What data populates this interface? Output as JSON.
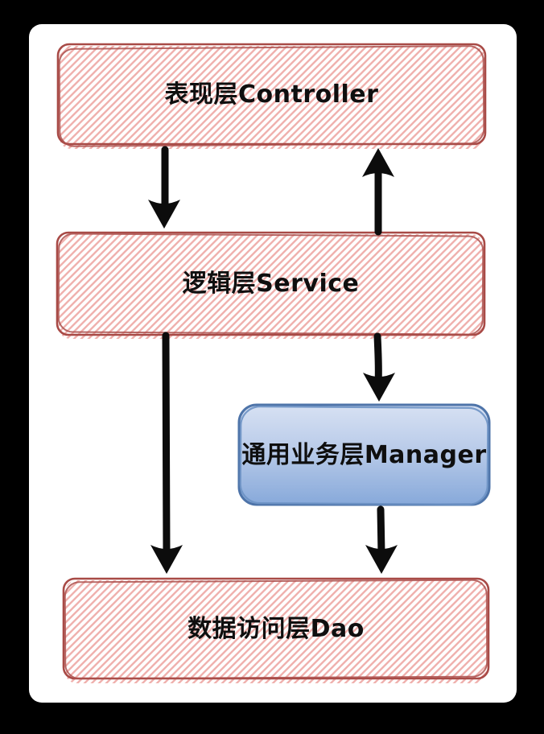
{
  "page": {
    "outer_background": "#000000",
    "card_background": "#ffffff"
  },
  "nodes": [
    {
      "id": "controller",
      "label": "表现层Controller",
      "style": "red-hatched"
    },
    {
      "id": "service",
      "label": "逻辑层Service",
      "style": "red-hatched"
    },
    {
      "id": "manager",
      "label": "通用业务层Manager",
      "style": "blue-gradient"
    },
    {
      "id": "dao",
      "label": "数据访问层Dao",
      "style": "red-hatched"
    }
  ],
  "edges": [
    {
      "from": "controller",
      "to": "service",
      "arrow_direction": "down"
    },
    {
      "from": "service",
      "to": "controller",
      "arrow_direction": "up"
    },
    {
      "from": "service",
      "to": "dao",
      "arrow_direction": "down"
    },
    {
      "from": "service",
      "to": "manager",
      "arrow_direction": "down"
    },
    {
      "from": "manager",
      "to": "dao",
      "arrow_direction": "down"
    }
  ],
  "colors": {
    "red_box_border": "#a84a46",
    "red_box_hatch": "#f0b1ae",
    "blue_box_border": "#4e74a9",
    "blue_box_fill_top": "#d7e1f3",
    "blue_box_fill_bottom": "#87a9da",
    "arrow": "#0c0c0c",
    "text": "#0f0f0f"
  }
}
